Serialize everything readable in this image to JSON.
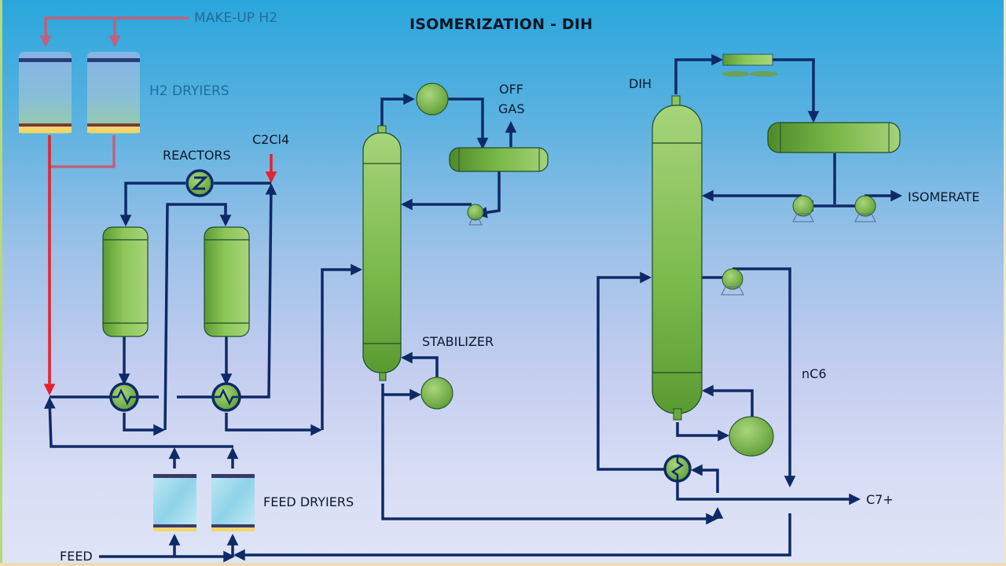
{
  "title": "ISOMERIZATION - DIH",
  "labels": {
    "makeup_h2": "MAKE-UP H2",
    "h2_dryiers": "H2 DRYIERS",
    "c2cl4": "C2Cl4",
    "reactors": "REACTORS",
    "off_gas_line1": "OFF",
    "off_gas_line2": "GAS",
    "stabilizer": "STABILIZER",
    "dih": "DIH",
    "isomerate": "ISOMERATE",
    "nc6": "nC6",
    "c7plus": "C7+",
    "feed_dryiers": "FEED DRYIERS",
    "feed": "FEED"
  },
  "equipment": [
    {
      "id": "h2-dryier-1",
      "type": "dryer-vessel"
    },
    {
      "id": "h2-dryier-2",
      "type": "dryer-vessel"
    },
    {
      "id": "reactor-1",
      "type": "reactor"
    },
    {
      "id": "reactor-2",
      "type": "reactor"
    },
    {
      "id": "reactor-heater",
      "type": "heater"
    },
    {
      "id": "reactor-exchanger-1",
      "type": "heat-exchanger"
    },
    {
      "id": "reactor-exchanger-2",
      "type": "heat-exchanger"
    },
    {
      "id": "feed-dryier-1",
      "type": "dryer-vessel"
    },
    {
      "id": "feed-dryier-2",
      "type": "dryer-vessel"
    },
    {
      "id": "stabilizer-column",
      "type": "column"
    },
    {
      "id": "stabilizer-condenser",
      "type": "condenser"
    },
    {
      "id": "stabilizer-reflux-drum",
      "type": "drum"
    },
    {
      "id": "stabilizer-reflux-pump",
      "type": "pump"
    },
    {
      "id": "stabilizer-reboiler",
      "type": "reboiler"
    },
    {
      "id": "dih-column",
      "type": "column"
    },
    {
      "id": "dih-air-cooler",
      "type": "air-cooler"
    },
    {
      "id": "dih-reflux-drum",
      "type": "drum"
    },
    {
      "id": "dih-reflux-pump-1",
      "type": "pump"
    },
    {
      "id": "dih-reflux-pump-2",
      "type": "pump"
    },
    {
      "id": "dih-sidedraw-pump",
      "type": "pump"
    },
    {
      "id": "dih-reboiler",
      "type": "reboiler"
    },
    {
      "id": "dih-bottoms-exchanger",
      "type": "heat-exchanger"
    }
  ],
  "colors": {
    "process_line": "#0e2a66",
    "hydrogen_line": "#e8202a",
    "hydrogen_line_faded": "#c0607a",
    "vessel_green": "#7cbc4c"
  }
}
